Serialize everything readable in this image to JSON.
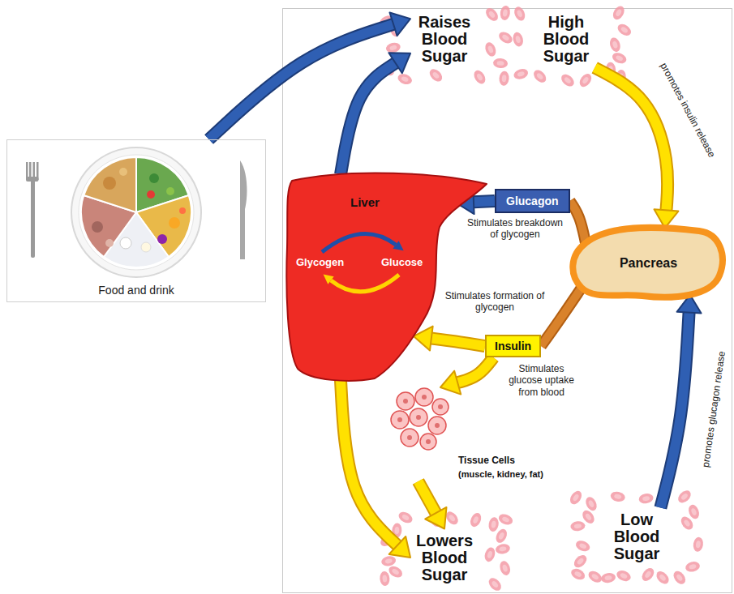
{
  "diagram": {
    "nodes": [
      {
        "text": [
          "Food and drink"
        ]
      },
      {
        "text": [
          "Raises Blood Sugar"
        ]
      },
      {
        "text": [
          "High Blood Sugar"
        ]
      },
      {
        "text": [
          "Liver",
          "Glycogen",
          "Glucose"
        ]
      },
      {
        "text": [
          "Glucagon"
        ]
      },
      {
        "text": [
          "Pancreas"
        ]
      },
      {
        "text": [
          "Insulin"
        ]
      },
      {
        "text": [
          "Tissue Cells",
          "(muscle, kidney, fat)"
        ]
      },
      {
        "text": [
          "Low Blood Sugar"
        ]
      },
      {
        "text": [
          "Lowers Blood Sugar"
        ]
      }
    ],
    "edges": [
      {
        "from": 0,
        "to": 1,
        "arrow": "to"
      },
      {
        "from": 3,
        "to": 1,
        "arrow": "to"
      },
      {
        "from": 2,
        "to": 5,
        "label": "promotes insulin release",
        "arrow": "to"
      },
      {
        "from": 5,
        "to": 4,
        "arrow": "none"
      },
      {
        "from": 4,
        "to": 3,
        "label": "Stimulates breakdown of glycogen",
        "arrow": "to"
      },
      {
        "from": 5,
        "to": 6,
        "arrow": "none"
      },
      {
        "from": 6,
        "to": 3,
        "label": "Stimulates formation of glycogen",
        "arrow": "to"
      },
      {
        "from": 6,
        "to": 7,
        "label": "Stimulates glucose uptake from blood",
        "arrow": "to"
      },
      {
        "from": 3,
        "to": 9,
        "arrow": "to"
      },
      {
        "from": 7,
        "to": 9,
        "arrow": "to"
      },
      {
        "from": 8,
        "to": 5,
        "label": "promotes glucagon release",
        "arrow": "to"
      }
    ]
  }
}
